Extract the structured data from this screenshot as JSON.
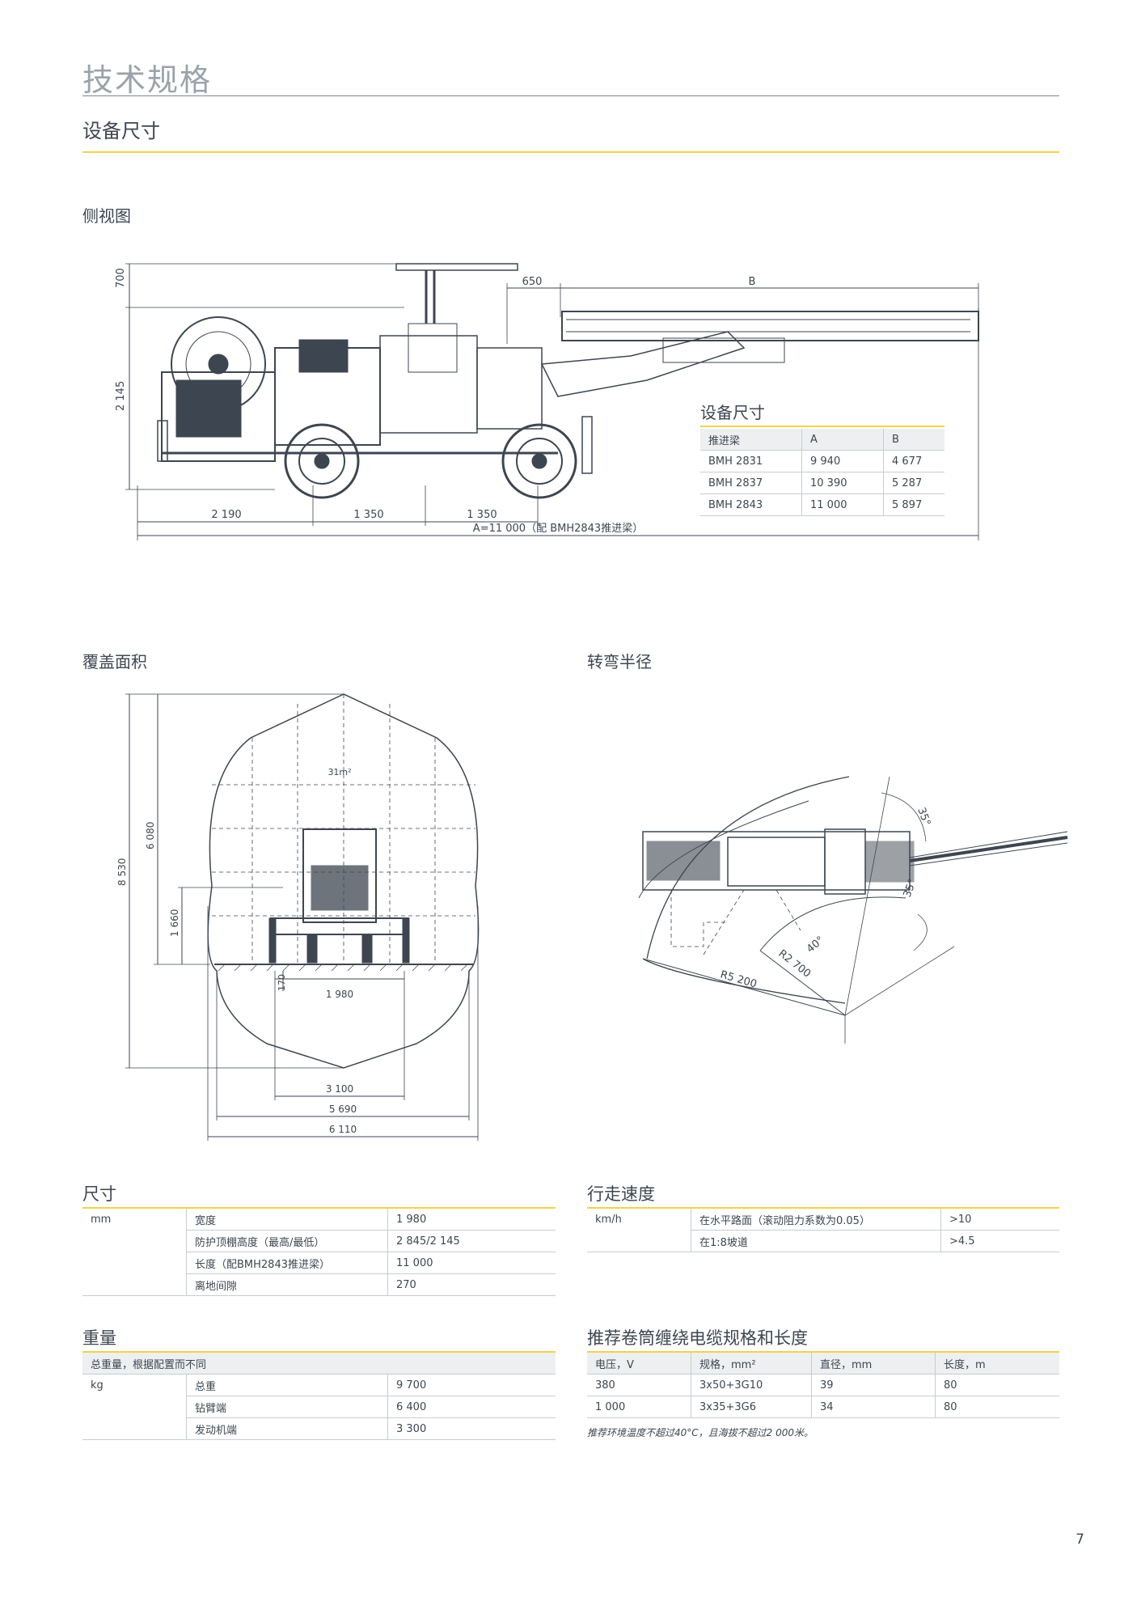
{
  "header": {
    "title": "技术规格",
    "subtitle": "设备尺寸"
  },
  "side_view": {
    "label": "侧视图",
    "dims": {
      "top_height": "700",
      "body_height": "2 145",
      "boom_offset": "650",
      "boom_length": "B",
      "rear": "2 190",
      "wheelbase_1": "1 350",
      "wheelbase_2": "1 350",
      "overall": "A=11 000（配 BMH2843推进梁）"
    },
    "spec_table": {
      "title": "设备尺寸",
      "headers": [
        "推进梁",
        "A",
        "B"
      ],
      "rows": [
        [
          "BMH 2831",
          "9 940",
          "4 677"
        ],
        [
          "BMH 2837",
          "10 390",
          "5 287"
        ],
        [
          "BMH 2843",
          "11 000",
          "5 897"
        ]
      ]
    }
  },
  "coverage": {
    "label": "覆盖面积",
    "area": "31m²",
    "dims": {
      "total_height": "8 530",
      "upper_height": "6 080",
      "lower_height": "1 660",
      "ground_clearance": "170",
      "machine_width": "1 980",
      "width_3100": "3 100",
      "width_5690": "5 690",
      "width_6110": "6 110"
    }
  },
  "turning": {
    "label": "转弯半径",
    "dims": {
      "angle_top": "35°",
      "angle_right": "35°",
      "angle_inner": "40°",
      "inner_radius": "R2 700",
      "outer_radius": "R5 200"
    }
  },
  "dimensions_table": {
    "title": "尺寸",
    "unit": "mm",
    "rows": [
      [
        "宽度",
        "1 980"
      ],
      [
        "防护顶棚高度（最高/最低）",
        "2 845/2 145"
      ],
      [
        "长度（配BMH2843推进梁）",
        "11 000"
      ],
      [
        "离地间隙",
        "270"
      ]
    ]
  },
  "speed_table": {
    "title": "行走速度",
    "unit": "km/h",
    "rows": [
      [
        "在水平路面（滚动阻力系数为0.05）",
        ">10"
      ],
      [
        "在1:8坡道",
        ">4.5"
      ]
    ]
  },
  "weight_table": {
    "title": "重量",
    "subheader": "总重量，根据配置而不同",
    "unit": "kg",
    "rows": [
      [
        "总重",
        "9 700"
      ],
      [
        "钻臂端",
        "6 400"
      ],
      [
        "发动机端",
        "3 300"
      ]
    ]
  },
  "cable_table": {
    "title": "推荐卷筒缠绕电缆规格和长度",
    "headers": [
      "电压，V",
      "规格，mm²",
      "直径，mm",
      "长度，m"
    ],
    "rows": [
      [
        "380",
        "3x50+3G10",
        "39",
        "80"
      ],
      [
        "1 000",
        "3x35+3G6",
        "34",
        "80"
      ]
    ],
    "note": "推荐环境温度不超过40°C，且海拔不超过2 000米。"
  },
  "page_number": "7"
}
